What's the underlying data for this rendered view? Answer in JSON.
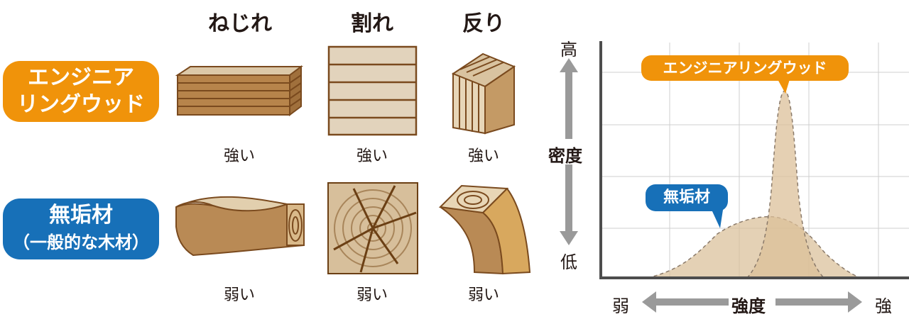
{
  "headers": {
    "twist": "ねじれ",
    "crack": "割れ",
    "warp": "反り"
  },
  "rows": {
    "engineering": {
      "label_line1": "エンジニア",
      "label_line2": "リングウッド",
      "color": "#f0930a",
      "results": [
        "強い",
        "強い",
        "強い"
      ]
    },
    "solid": {
      "label_line1": "無垢材",
      "label_line2": "（一般的な木材）",
      "color": "#1770b8",
      "results": [
        "弱い",
        "弱い",
        "弱い"
      ]
    }
  },
  "chart": {
    "y_top": "高",
    "y_bottom": "低",
    "y_label": "密度",
    "x_left": "弱",
    "x_right": "強",
    "x_label": "強度",
    "callout_engineering": "エンジニアリングウッド",
    "callout_solid": "無垢材"
  }
}
